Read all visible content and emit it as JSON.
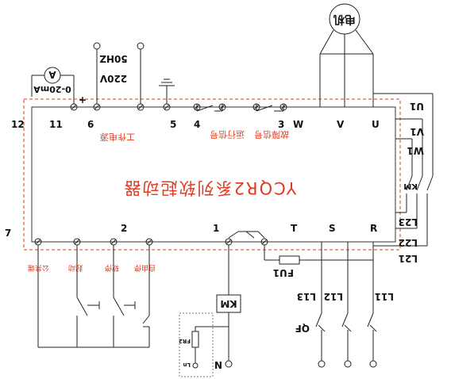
{
  "device": {
    "title": "YCQR2系列软起动器"
  },
  "terminals": {
    "top": [
      "12",
      "11",
      "6",
      "5",
      "4",
      "3",
      "W",
      "V",
      "U"
    ],
    "bottom": [
      "7",
      "2",
      "1",
      "T",
      "S",
      "R"
    ]
  },
  "labels": {
    "ammeter": "A",
    "meter_range": "0-20mA",
    "plus": "+",
    "voltage": "220V",
    "frequency": "50HZ",
    "work_power": "工作电源",
    "run_signal": "运行信号",
    "fault_signal": "故障信号",
    "motor": "电机",
    "km_contactor": "KM",
    "km_coil": "KM",
    "u1": "U1",
    "v1": "V1",
    "w1": "W1",
    "l21": "L21",
    "l22": "L22",
    "l23": "L23",
    "fu1": "FU1",
    "l11": "L11",
    "l12": "L12",
    "l13": "L13",
    "qf": "QF",
    "n": "N",
    "fr2": "FR2",
    "ln": "Ln",
    "ctrl_common": "公共端",
    "ctrl_start": "起动",
    "ctrl_soft_stop": "软停",
    "ctrl_free_stop": "自由停"
  }
}
